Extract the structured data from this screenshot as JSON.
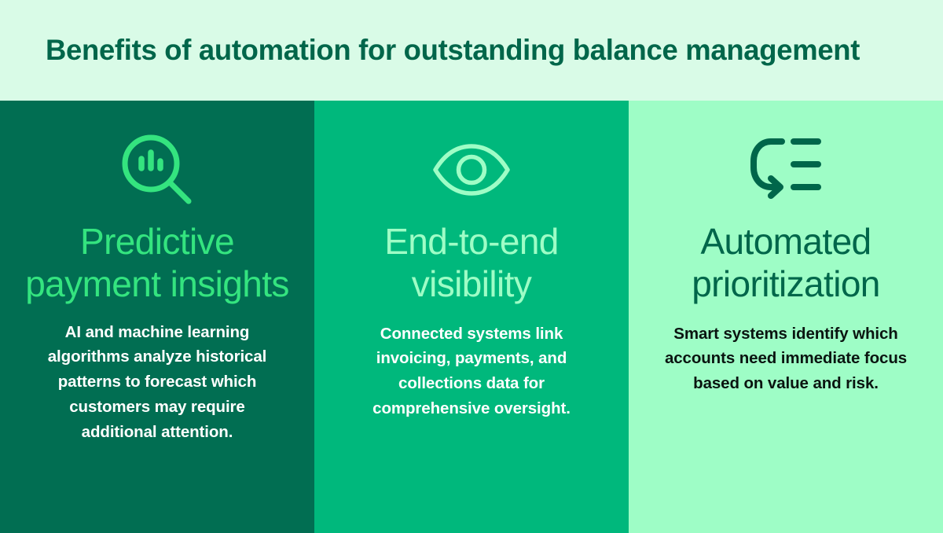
{
  "header": {
    "title": "Benefits of automation for outstanding balance management",
    "background_color": "#d9fbe7",
    "title_color": "#00664a"
  },
  "columns": [
    {
      "icon": "magnifier-bar-chart-icon",
      "heading": "Predictive payment insights",
      "body": "AI and machine learning algorithms analyze historical patterns to forecast which customers may require additional attention.",
      "background_color": "#016e52",
      "heading_color": "#34e47f",
      "body_color": "#ffffff",
      "icon_color": "#34e47f"
    },
    {
      "icon": "eye-icon",
      "heading": "End-to-end visibility",
      "body": "Connected systems link invoicing, payments, and collections data for comprehensive oversight.",
      "background_color": "#00b87c",
      "heading_color": "#9efdc6",
      "body_color": "#ffffff",
      "icon_color": "#9efdc6"
    },
    {
      "icon": "sort-priority-arrow-icon",
      "heading": "Automated prioritization",
      "body": "Smart systems identify which accounts need immediate focus based on value and risk.",
      "background_color": "#9efdc6",
      "heading_color": "#00664a",
      "body_color": "#0a1410",
      "icon_color": "#00664a"
    }
  ]
}
